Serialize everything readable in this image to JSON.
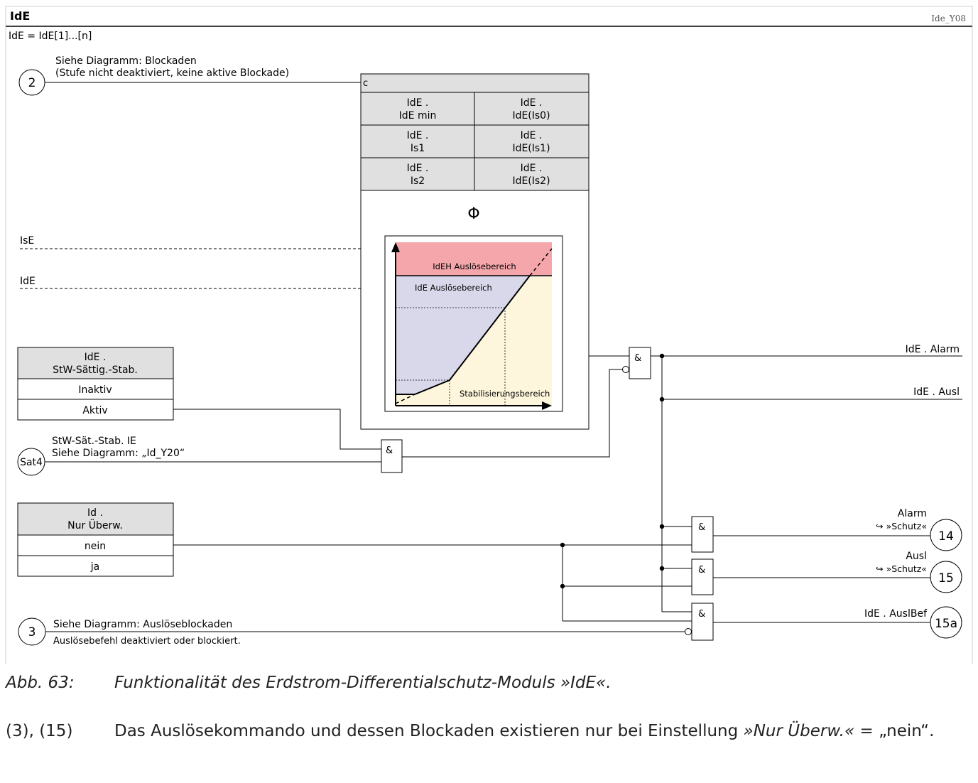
{
  "header": {
    "title": "IdE",
    "figure_id": "Ide_Y08",
    "subtitle": "IdE = IdE[1]...[n]"
  },
  "inputs": {
    "blockade": {
      "marker": "2",
      "line1": "Siehe Diagramm: Blockaden",
      "line2": "(Stufe nicht deaktiviert, keine aktive Blockade)"
    },
    "ise_label": "IsE",
    "ide_label": "IdE",
    "sat": {
      "marker": "Sat4",
      "line1": "StW-Sät.-Stab. IE",
      "line2": "Siehe Diagramm:  „Id_Y20“"
    },
    "trip_block": {
      "marker": "3",
      "line1": "Siehe Diagramm: Auslöseblockaden",
      "line2": "Auslösebefehl deaktiviert oder blockiert."
    }
  },
  "settings_table": {
    "c_label": "c",
    "rows": [
      [
        "IdE .",
        "IdE min",
        "IdE .",
        "IdE(Is0)"
      ],
      [
        "IdE .",
        "Is1",
        "IdE .",
        "IdE(Is1)"
      ],
      [
        "IdE .",
        "Is2",
        "IdE .",
        "IdE(Is2)"
      ]
    ],
    "phi": "Φ"
  },
  "characteristic": {
    "trip_high": "IdEH Auslösebereich",
    "trip": "IdE Auslösebereich",
    "stab": "Stabilisierungsbereich",
    "colors": {
      "high": "#f4a6ab",
      "trip": "#d8d8ea",
      "stab": "#fdf6dc"
    }
  },
  "sat_switch": {
    "title1": "IdE .",
    "title2": "StW-Sättig.-Stab.",
    "opt1": "Inaktiv",
    "opt2": "Aktiv"
  },
  "monitor_switch": {
    "title1": "Id .",
    "title2": "Nur Überw.",
    "opt1": "nein",
    "opt2": "ja"
  },
  "gates": {
    "and": "&"
  },
  "outputs": {
    "alarm": "IdE . Alarm",
    "ausl": "IdE . Ausl",
    "alarm_schutz_1": "Alarm",
    "alarm_schutz_2": "↪ »Schutz«",
    "alarm_marker": "14",
    "ausl_schutz_1": "Ausl",
    "ausl_schutz_2": "↪ »Schutz«",
    "ausl_marker": "15",
    "auslbef": "IdE . AuslBef",
    "auslbef_marker": "15a"
  },
  "caption": {
    "number": "Abb. 63:",
    "text": "Funktionalität des Erdstrom-Differentialschutz-Moduls »IdE«."
  },
  "note": {
    "number": "(3), (15)",
    "text_a": "Das Auslösekommando und dessen Blockaden existieren nur bei Einstellung ",
    "text_b": "»Nur Überw.«",
    "text_c": " = „nein“."
  }
}
